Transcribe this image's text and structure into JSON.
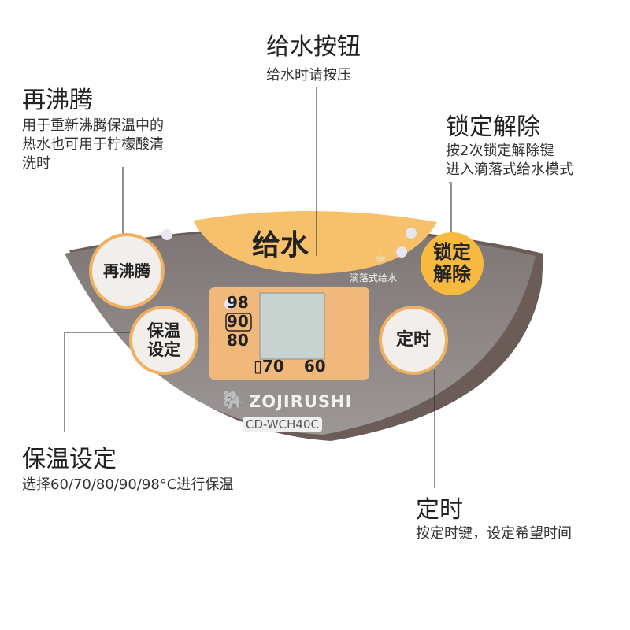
{
  "callouts": {
    "reboil": {
      "title": "再沸腾",
      "desc": [
        "用于重新沸腾保温中的",
        "热水也可用于柠檬酸清",
        "洗时"
      ]
    },
    "dispense": {
      "title": "给水按钮",
      "desc": [
        "给水时请按压"
      ]
    },
    "unlock": {
      "title": "锁定解除",
      "desc": [
        "按2次锁定解除键",
        "进入滴落式给水模式"
      ]
    },
    "keepwarm": {
      "title": "保温设定",
      "desc": [
        "选择60/70/80/90/98°C进行保温"
      ]
    },
    "timer": {
      "title": "定时",
      "desc": [
        "按定时键，设定希望时间"
      ]
    }
  },
  "panel": {
    "dispense_label": "给水",
    "reboil_label": "再沸腾",
    "keepwarm_label": [
      "保温",
      "设定"
    ],
    "unlock_label": [
      "锁定",
      "解除"
    ],
    "timer_label": "定时",
    "drip_label": "滴落式给水",
    "temps_left": [
      "98",
      "90",
      "80"
    ],
    "temps_bottom": [
      "70",
      "60"
    ],
    "brand": "ZOJIRUSHI",
    "model": "CD-WCH40C"
  },
  "colors": {
    "panel": "#8a8382",
    "accent": "#f6c16a",
    "lcd": "#c8d3cf"
  }
}
